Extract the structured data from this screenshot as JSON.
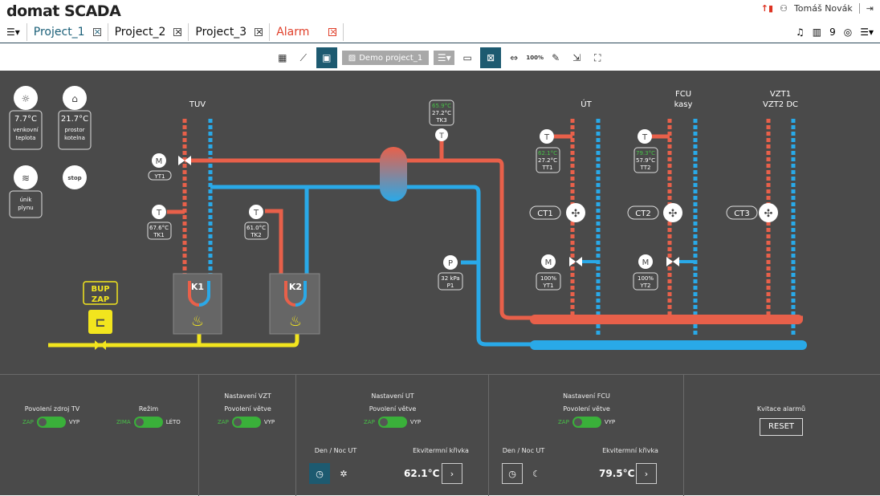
{
  "app": {
    "title": "domat SCADA"
  },
  "user": {
    "name": "Tomáš Novák",
    "alarm_count": "9"
  },
  "tabs": [
    {
      "label": "Project_1",
      "active": true
    },
    {
      "label": "Project_2"
    },
    {
      "label": "Project_3"
    },
    {
      "label": "Alarm",
      "alarm": true
    }
  ],
  "toolbar": {
    "project_select": "Demo project_1"
  },
  "scheme": {
    "outside_temp": "7.7°C",
    "outside_label1": "venkovní",
    "outside_label2": "teplota",
    "room_temp": "21.7°C",
    "room_label1": "prostor",
    "room_label2": "kotelna",
    "gas_label1": "únik",
    "gas_label2": "plynu",
    "stop_label": "stop",
    "tuv": "TUV",
    "ut": "ÚT",
    "fcu1": "FCU",
    "fcu2": "kasy",
    "vzt1": "VZT1",
    "vzt2": "VZT2 DC",
    "tk3_set": "65.9°C",
    "tk3_val": "27.2°C",
    "tk3_name": "TK3",
    "yt1_name": "YT1",
    "tk1_val": "67.6°C",
    "tk1_name": "TK1",
    "tk2_val": "61.0°C",
    "tk2_name": "TK2",
    "tt1_set": "62.1°C",
    "tt1_val": "27.2°C",
    "tt1_name": "TT1",
    "tt2_set": "79.3°C",
    "tt2_val": "57.9°C",
    "tt2_name": "TT2",
    "ct1": "CT1",
    "ct2": "CT2",
    "ct3": "CT3",
    "vyt1_pct": "100%",
    "vyt1_name": "YT1",
    "vyt2_pct": "100%",
    "vyt2_name": "YT2",
    "p1_val": "32 kPa",
    "p1_name": "P1",
    "k1": "K1",
    "k2": "K2",
    "bup1": "BUP",
    "bup2": "ZAP"
  },
  "bottom": {
    "zdroj_title": "Povolení zdroj TV",
    "zdroj_on": "ZAP",
    "zdroj_off": "VYP",
    "rezim_title": "Režim",
    "rezim_on": "ZIMA",
    "rezim_off": "LÉTO",
    "vzt_title": "Nastavení VZT",
    "vzt_sub": "Povolení větve",
    "vzt_on": "ZAP",
    "vzt_off": "VYP",
    "ut_title": "Nastavení UT",
    "ut_sub": "Povolení větve",
    "ut_on": "ZAP",
    "ut_off": "VYP",
    "ut_dn": "Den / Noc UT",
    "ut_ek": "Ekvitermní křivka",
    "ut_val": "62.1°C",
    "fcu_title": "Nastavení FCU",
    "fcu_sub": "Povolení větve",
    "fcu_on": "ZAP",
    "fcu_off": "VYP",
    "fcu_dn": "Den / Noc UT",
    "fcu_ek": "Ekvitermní křivka",
    "fcu_val": "79.5°C",
    "alarm_title": "Kvitace alarmů",
    "reset": "RESET"
  },
  "colors": {
    "hot": "#e8604a",
    "cold": "#29a9e8",
    "gas": "#f2e51e",
    "bg": "#4a4a4a",
    "accent": "#1d5a70",
    "ok": "#3ab03a"
  }
}
